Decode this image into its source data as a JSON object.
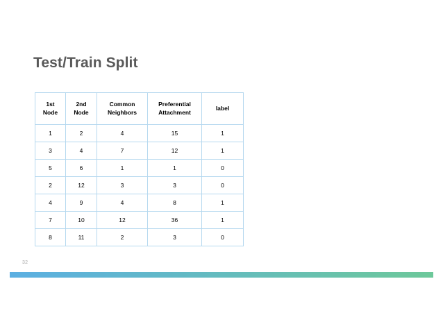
{
  "slide": {
    "title": "Test/Train Split",
    "page_number": "32",
    "title_color": "#595959",
    "background_color": "#ffffff"
  },
  "table": {
    "border_color": "#b5d8ef",
    "columns": [
      {
        "key": "node1",
        "label": "1st\nNode",
        "label_lines": [
          "1st",
          "Node"
        ]
      },
      {
        "key": "node2",
        "label": "2nd\nNode",
        "label_lines": [
          "2nd",
          "Node"
        ]
      },
      {
        "key": "common_neighbors",
        "label": "Common\nNeighbors",
        "label_lines": [
          "Common",
          "Neighbors"
        ]
      },
      {
        "key": "preferential_attachment",
        "label": "Preferential\nAttachment",
        "label_lines": [
          "Preferential",
          "Attachment"
        ]
      },
      {
        "key": "label",
        "label": "label",
        "label_lines": [
          "label"
        ]
      }
    ],
    "rows": [
      {
        "node1": "1",
        "node2": "2",
        "common_neighbors": "4",
        "preferential_attachment": "15",
        "label": "1"
      },
      {
        "node1": "3",
        "node2": "4",
        "common_neighbors": "7",
        "preferential_attachment": "12",
        "label": "1"
      },
      {
        "node1": "5",
        "node2": "6",
        "common_neighbors": "1",
        "preferential_attachment": "1",
        "label": "0"
      },
      {
        "node1": "2",
        "node2": "12",
        "common_neighbors": "3",
        "preferential_attachment": "3",
        "label": "0"
      },
      {
        "node1": "4",
        "node2": "9",
        "common_neighbors": "4",
        "preferential_attachment": "8",
        "label": "1"
      },
      {
        "node1": "7",
        "node2": "10",
        "common_neighbors": "12",
        "preferential_attachment": "36",
        "label": "1"
      },
      {
        "node1": "8",
        "node2": "11",
        "common_neighbors": "2",
        "preferential_attachment": "3",
        "label": "0"
      }
    ]
  },
  "footer": {
    "gradient_start": "#5bafe2",
    "gradient_end": "#6dc89a"
  }
}
